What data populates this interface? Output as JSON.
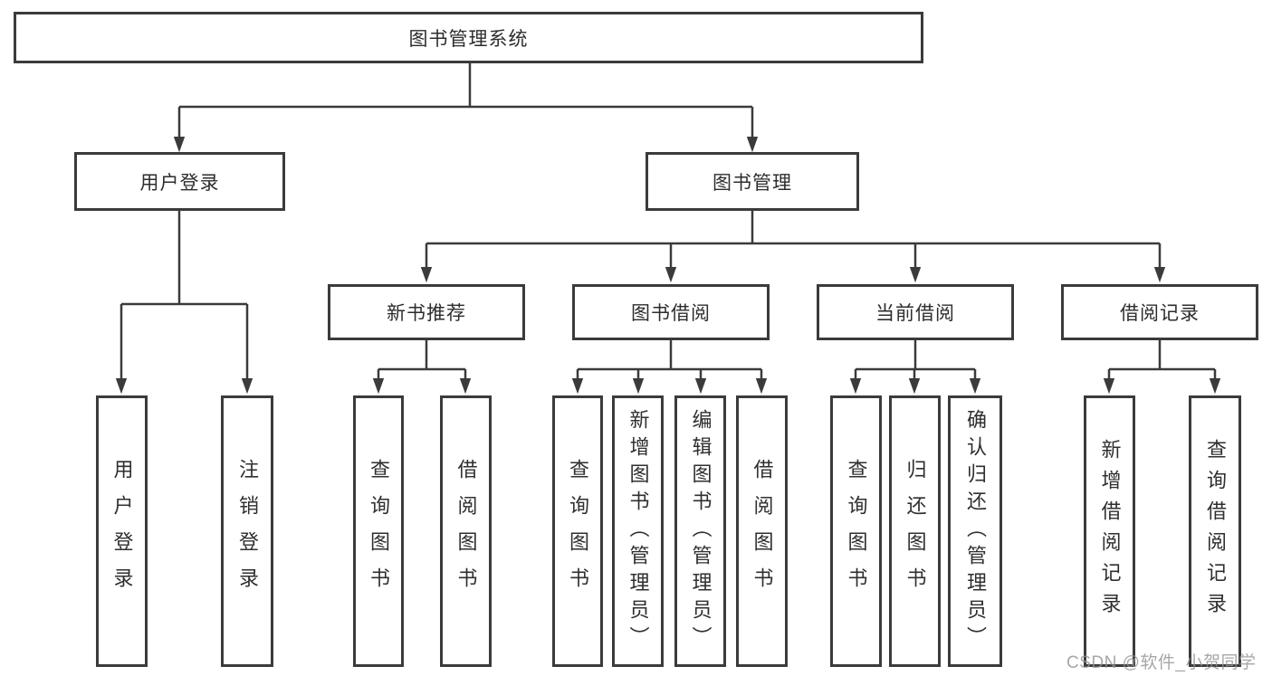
{
  "diagram_title": "图书管理系统",
  "colors": {
    "line": "#3b3b3b",
    "box_border": "#3b3b3b",
    "text": "#2d2d2d",
    "watermark": "#949494",
    "background": "#ffffff"
  },
  "nodes": {
    "root": "图书管理系统",
    "user_login_branch": {
      "label": "用户登录",
      "children": [
        "用户登录",
        "注销登录"
      ]
    },
    "book_mgmt_branch": {
      "label": "图书管理",
      "children": [
        {
          "label": "新书推荐",
          "children": [
            "查询图书",
            "借阅图书"
          ]
        },
        {
          "label": "图书借阅",
          "children": [
            "查询图书",
            "新增图书（管理员）",
            "编辑图书（管理员）",
            "借阅图书"
          ]
        },
        {
          "label": "当前借阅",
          "children": [
            "查询图书",
            "归还图书",
            "确认归还（管理员）"
          ]
        },
        {
          "label": "借阅记录",
          "children": [
            "新增借阅记录",
            "查询借阅记录"
          ]
        }
      ]
    }
  },
  "watermark": "CSDN @软件_小贺同学"
}
